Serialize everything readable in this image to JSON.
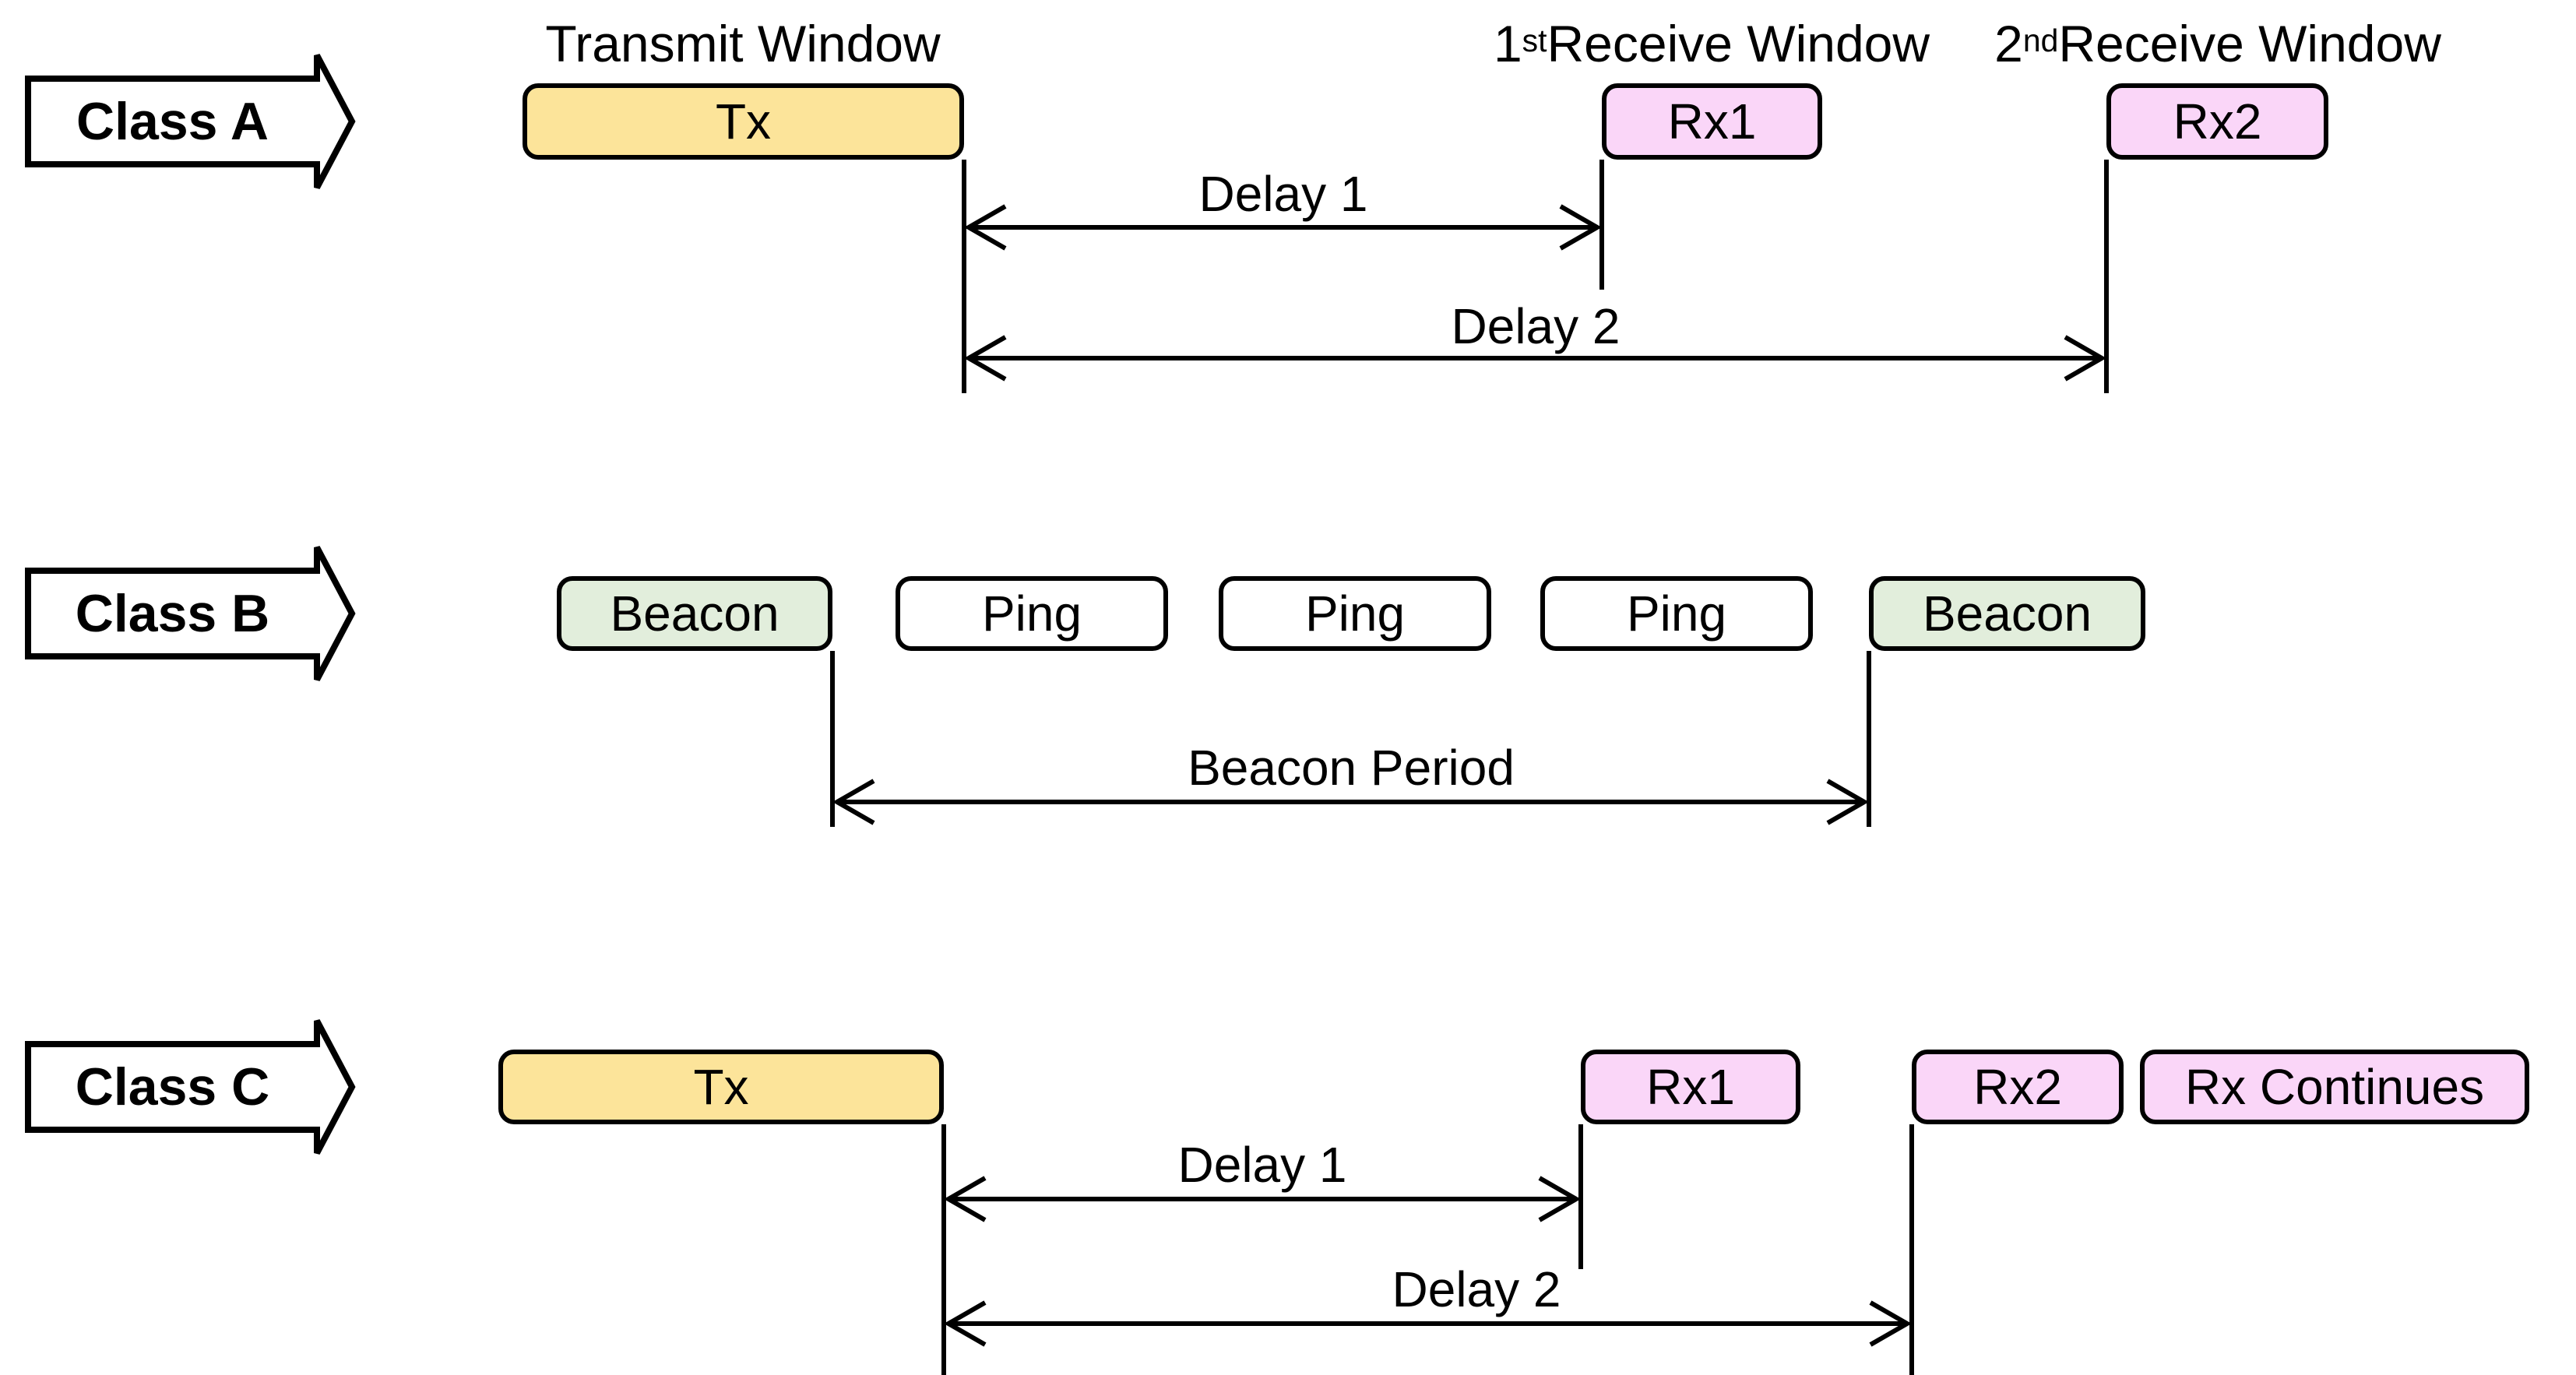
{
  "figure": {
    "title_hint": "LoRaWAN device class timing diagram",
    "colors": {
      "tx_fill": "#FCE49A",
      "rx_fill": "#FAD6F8",
      "beacon_fill": "#E2EEDC",
      "ping_fill": "#FFFFFF",
      "stroke": "#000000"
    },
    "row_a": {
      "class_label": "Class A",
      "transmit_window_label": "Transmit Window",
      "receive1_label": {
        "pre": "1",
        "sup": "st",
        "rest": " Receive Window"
      },
      "receive2_label": {
        "pre": "2",
        "sup": "nd",
        "rest": " Receive Window"
      },
      "tx": "Tx",
      "rx1": "Rx1",
      "rx2": "Rx2",
      "delay1": "Delay 1",
      "delay2": "Delay 2"
    },
    "row_b": {
      "class_label": "Class B",
      "beacon_start": "Beacon",
      "pings": [
        "Ping",
        "Ping",
        "Ping"
      ],
      "beacon_end": "Beacon",
      "beacon_period": "Beacon Period"
    },
    "row_c": {
      "class_label": "Class C",
      "tx": "Tx",
      "rx1": "Rx1",
      "rx2": "Rx2",
      "rx_continues": "Rx Continues",
      "delay1": "Delay 1",
      "delay2": "Delay 2"
    }
  }
}
